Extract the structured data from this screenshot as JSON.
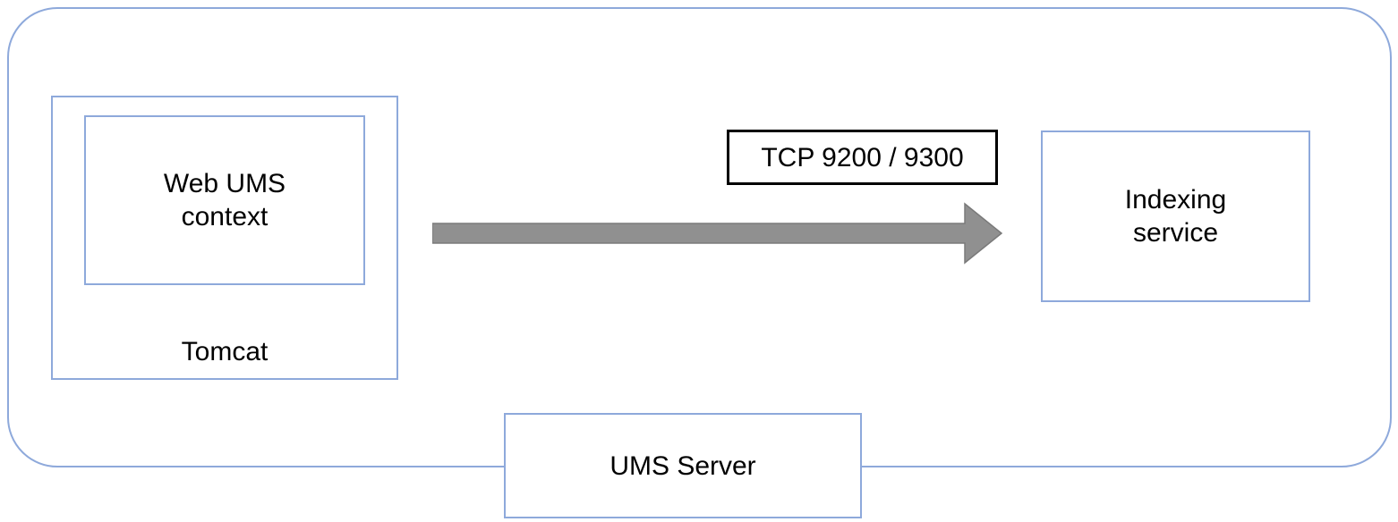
{
  "colors": {
    "box_border": "#8EA9DB",
    "arrow_fill": "#909090",
    "arrow_stroke": "#7A7A7A",
    "label_border": "#000000",
    "text": "#000000",
    "background": "#FFFFFF"
  },
  "nodes": {
    "ums_server": {
      "label": "UMS Server"
    },
    "tomcat": {
      "label": "Tomcat"
    },
    "web_ums_context": {
      "lines": [
        "Web UMS",
        "context"
      ]
    },
    "indexing_service": {
      "lines": [
        "Indexing",
        "service"
      ]
    }
  },
  "connection": {
    "label": "TCP 9200 / 9300",
    "from": "Web UMS context",
    "to": "Indexing service",
    "direction": "left-to-right"
  }
}
